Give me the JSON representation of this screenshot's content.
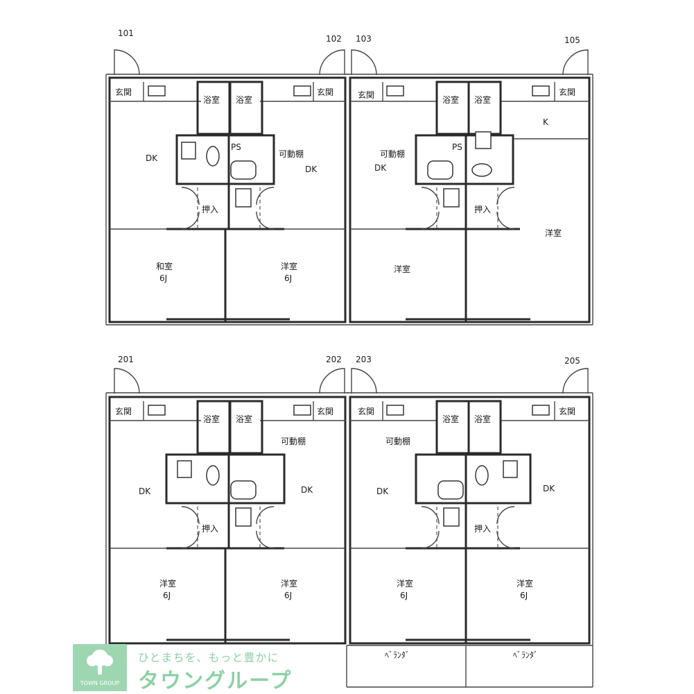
{
  "units": {
    "u101": "101",
    "u102": "102",
    "u103": "103",
    "u105": "105",
    "u201": "201",
    "u202": "202",
    "u203": "203",
    "u205": "205"
  },
  "labels": {
    "entrance": "玄関",
    "bath": "浴室",
    "dk": "DK",
    "k": "K",
    "ps": "PS",
    "shelf": "可動棚",
    "closet": "押入",
    "washitsu": "和室",
    "youshitsu": "洋室",
    "six_j": "6J",
    "veranda": "ﾍﾞﾗﾝﾀﾞ"
  },
  "logo": {
    "slogan": "ひとまちを、もっと豊かに",
    "name": "タウングループ",
    "brand": "TOWN GROUP"
  },
  "icons": {
    "logo": "tree-icon"
  }
}
